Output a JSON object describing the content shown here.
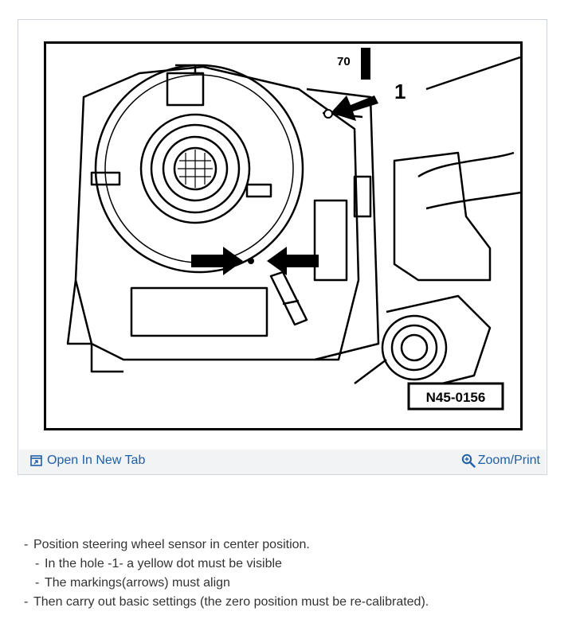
{
  "figure": {
    "part_number_label": "N45-0156",
    "hole_callout": "1",
    "scale_marking": "70"
  },
  "footer": {
    "open_tab_label": "Open In New Tab",
    "open_tab_icon": "open-new-tab-icon",
    "zoom_label": "Zoom/Print",
    "zoom_icon": "magnifier-icon",
    "link_color": "#1f5fa6"
  },
  "instructions": [
    {
      "dash": "-",
      "text": "Position steering wheel sensor in center position."
    },
    {
      "dash": "-",
      "text": "In the hole -1- a yellow dot must be visible"
    },
    {
      "dash": "-",
      "text": "The markings(arrows) must align"
    },
    {
      "dash": "-",
      "text": "Then carry out basic settings (the zero position must be re-calibrated)."
    }
  ]
}
